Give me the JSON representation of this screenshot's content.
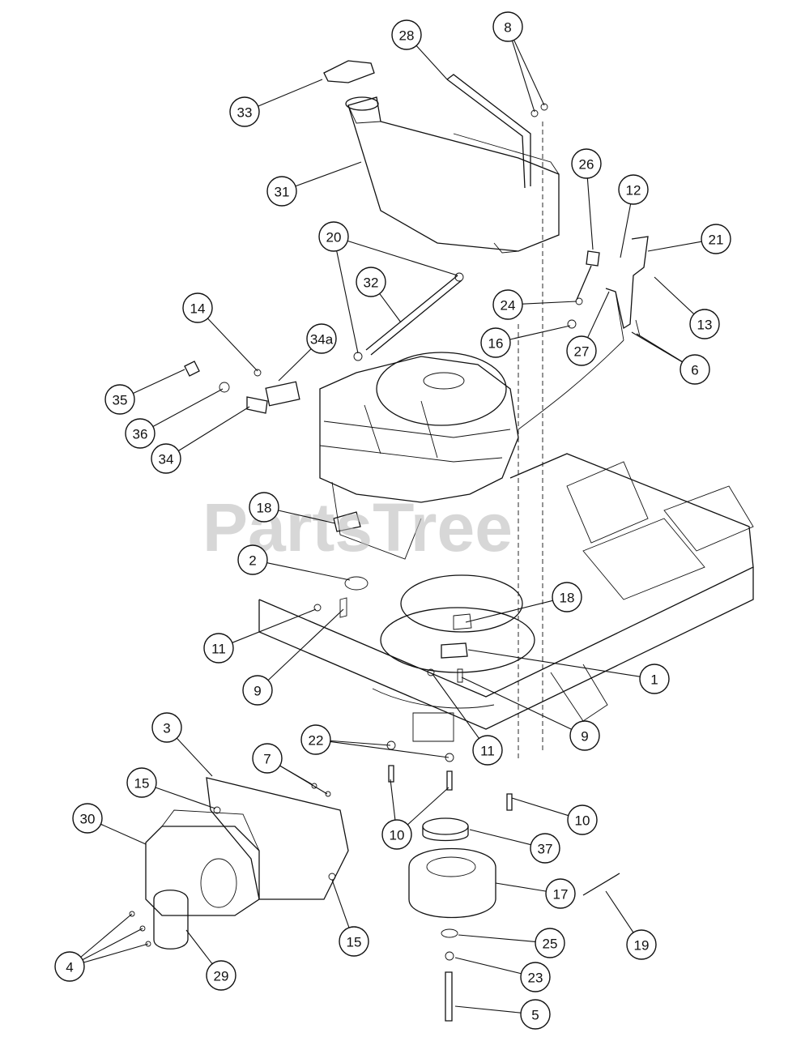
{
  "watermark": "PartsTree",
  "callouts": [
    {
      "label": "28"
    },
    {
      "label": "8"
    },
    {
      "label": "33"
    },
    {
      "label": "31"
    },
    {
      "label": "26"
    },
    {
      "label": "12"
    },
    {
      "label": "21"
    },
    {
      "label": "20"
    },
    {
      "label": "32"
    },
    {
      "label": "24"
    },
    {
      "label": "13"
    },
    {
      "label": "14"
    },
    {
      "label": "34a"
    },
    {
      "label": "16"
    },
    {
      "label": "27"
    },
    {
      "label": "6"
    },
    {
      "label": "35"
    },
    {
      "label": "36"
    },
    {
      "label": "34"
    },
    {
      "label": "18"
    },
    {
      "label": "2"
    },
    {
      "label": "18"
    },
    {
      "label": "11"
    },
    {
      "label": "1"
    },
    {
      "label": "9"
    },
    {
      "label": "11"
    },
    {
      "label": "9"
    },
    {
      "label": "3"
    },
    {
      "label": "22"
    },
    {
      "label": "7"
    },
    {
      "label": "15"
    },
    {
      "label": "10"
    },
    {
      "label": "10"
    },
    {
      "label": "30"
    },
    {
      "label": "37"
    },
    {
      "label": "17"
    },
    {
      "label": "15"
    },
    {
      "label": "25"
    },
    {
      "label": "19"
    },
    {
      "label": "4"
    },
    {
      "label": "29"
    },
    {
      "label": "23"
    },
    {
      "label": "5"
    }
  ]
}
